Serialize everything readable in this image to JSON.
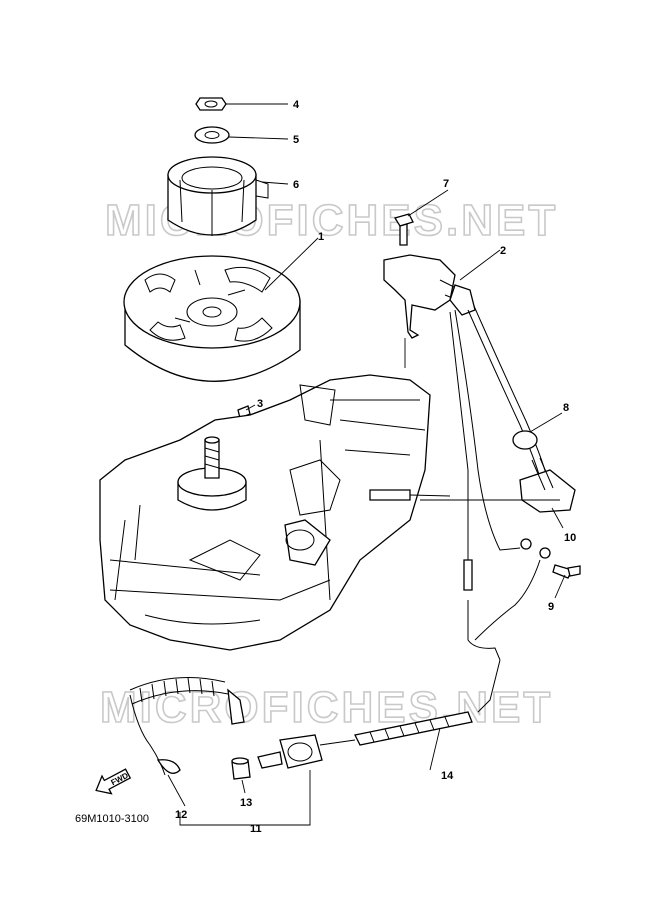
{
  "watermarks": [
    "MICROFICHES.NET",
    "MICROFICHES.NET"
  ],
  "diagram_code": "69M1010-3100",
  "fwd_label": "FWD",
  "callouts": [
    "1",
    "2",
    "3",
    "4",
    "5",
    "6",
    "7",
    "8",
    "9",
    "10",
    "11",
    "12",
    "13",
    "14"
  ],
  "icons": [
    "fwd-arrow-icon"
  ]
}
